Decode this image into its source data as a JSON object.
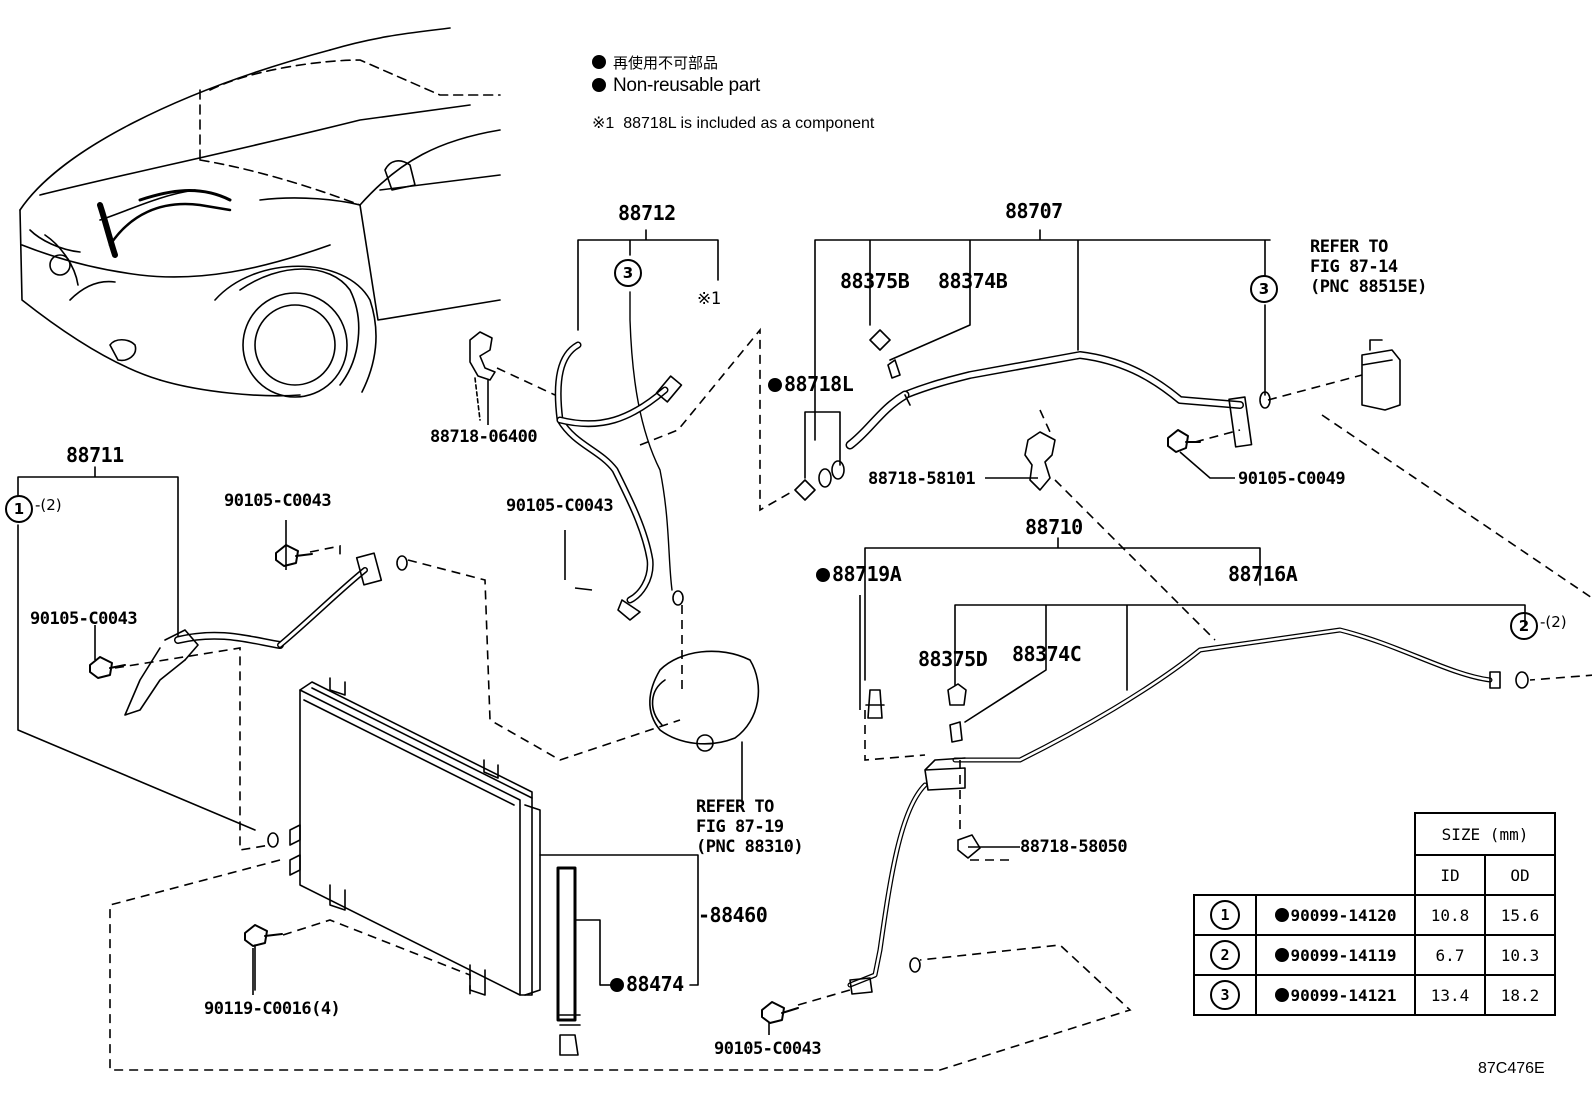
{
  "legend": {
    "line_jp": "再使用不可部品",
    "line_en": "Non-reusable part",
    "note_mark": "※1",
    "note_text": "88718L is included as a component"
  },
  "labels": {
    "p88712": "88712",
    "p88707": "88707",
    "p88711": "88711",
    "p88710": "88710",
    "p88375B": "88375B",
    "p88374B": "88374B",
    "p88718L": "88718L",
    "p88718_06400": "88718-06400",
    "p88718_58101": "88718-58101",
    "p90105_C0049": "90105-C0049",
    "p90105_C0043_a": "90105-C0043",
    "p90105_C0043_b": "90105-C0043",
    "p90105_C0043_c": "90105-C0043",
    "p90105_C0043_d": "90105-C0043",
    "p88719A": "88719A",
    "p88716A": "88716A",
    "p88375D": "88375D",
    "p88374C": "88374C",
    "p88718_58050": "88718-58050",
    "p88460": "-88460",
    "p88474": "88474",
    "p90119": "90119-C0016(4)",
    "note1": "※1",
    "refer1_l1": "REFER TO",
    "refer1_l2": "FIG 87-14",
    "refer1_l3": "(PNC 88515E)",
    "refer2_l1": "REFER TO",
    "refer2_l2": "FIG 87-19",
    "refer2_l3": "(PNC 88310)",
    "c1": "1",
    "c1_qty": "-(2)",
    "c2": "2",
    "c2_qty": "-(2)",
    "c3a": "3",
    "c3b": "3",
    "figure_id": "87C476E"
  },
  "size_table": {
    "header_size": "SIZE (mm)",
    "header_id": "ID",
    "header_od": "OD",
    "rows": [
      {
        "key": "1",
        "part": "90099-14120",
        "id": "10.8",
        "od": "15.6"
      },
      {
        "key": "2",
        "part": "90099-14119",
        "id": "6.7",
        "od": "10.3"
      },
      {
        "key": "3",
        "part": "90099-14121",
        "id": "13.4",
        "od": "18.2"
      }
    ]
  }
}
